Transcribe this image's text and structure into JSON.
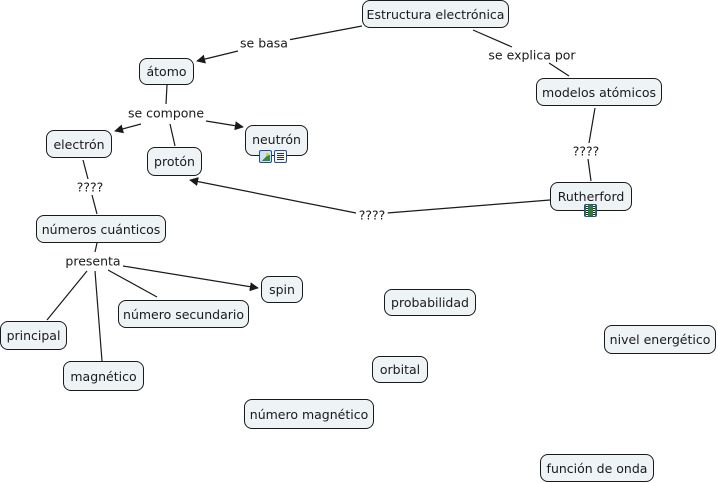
{
  "concept_map": {
    "concepts": {
      "estructura": "Estructura electrónica",
      "atomo": "átomo",
      "modelos": "modelos atómicos",
      "electron": "electrón",
      "proton": "protón",
      "neutron": "neutrón",
      "rutherford": "Rutherford",
      "numeros_cuanticos": "números cuánticos",
      "spin": "spin",
      "numero_secundario": "número secundario",
      "principal": "principal",
      "magnetico": "magnético",
      "probabilidad": "probabilidad",
      "nivel_energetico": "nivel energético",
      "orbital": "orbital",
      "numero_magnetico": "número magnético",
      "funcion_onda": "función de onda"
    },
    "linking_phrases": {
      "se_basa": "se basa",
      "se_explica_por": "se explica por",
      "se_compone": "se compone",
      "q_electron": "????",
      "q_modelos": "????",
      "q_rutherford": "????",
      "presenta": "presenta"
    },
    "resources": {
      "neutron": [
        "image-icon",
        "document-icon"
      ],
      "rutherford": [
        "video-icon"
      ]
    },
    "colors": {
      "node_fill": "#eef3f5",
      "node_border": "#1a1a1a",
      "line": "#1a1a1a",
      "background": "#ffffff"
    }
  }
}
